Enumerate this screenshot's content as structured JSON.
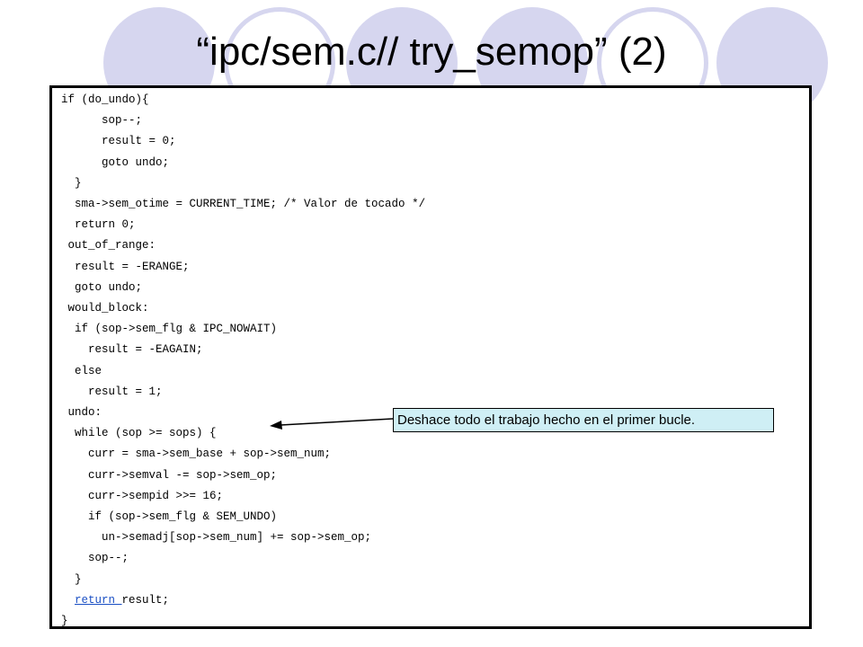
{
  "slide": {
    "title": "“ipc/sem.c// try_semop” (2)",
    "accent_color": "#d6d6ef",
    "callout": "Deshace todo el trabajo hecho en el primer bucle.",
    "callout_color": "#cfeff5"
  },
  "code": [
    {
      "text": "if (do_undo){"
    },
    {
      "text": "      sop--;"
    },
    {
      "text": "      result = 0;"
    },
    {
      "text": "      goto undo;"
    },
    {
      "text": "  }"
    },
    {
      "text": "  sma->sem_otime = CURRENT_TIME; /* Valor de tocado */"
    },
    {
      "text": "  return 0;"
    },
    {
      "text": " out_of_range:"
    },
    {
      "text": "  result = -ERANGE;"
    },
    {
      "text": "  goto undo;"
    },
    {
      "text": " would_block:"
    },
    {
      "text": "  if (sop->sem_flg & IPC_NOWAIT)"
    },
    {
      "text": "    result = -EAGAIN;"
    },
    {
      "text": "  else"
    },
    {
      "text": "    result = 1;"
    },
    {
      "text": " undo:"
    },
    {
      "text": "  while (sop >= sops) {"
    },
    {
      "text": "    curr = sma->sem_base + sop->sem_num;"
    },
    {
      "text": "    curr->semval -= sop->sem_op;"
    },
    {
      "text": "    curr->sempid >>= 16;"
    },
    {
      "text": "    if (sop->sem_flg & SEM_UNDO)"
    },
    {
      "text": "      un->semadj[sop->sem_num] += sop->sem_op;"
    },
    {
      "text": "    sop--;"
    },
    {
      "text": "  }"
    },
    {
      "indent": "  ",
      "link": "return ",
      "rest": "result;"
    },
    {
      "text": "}"
    }
  ]
}
